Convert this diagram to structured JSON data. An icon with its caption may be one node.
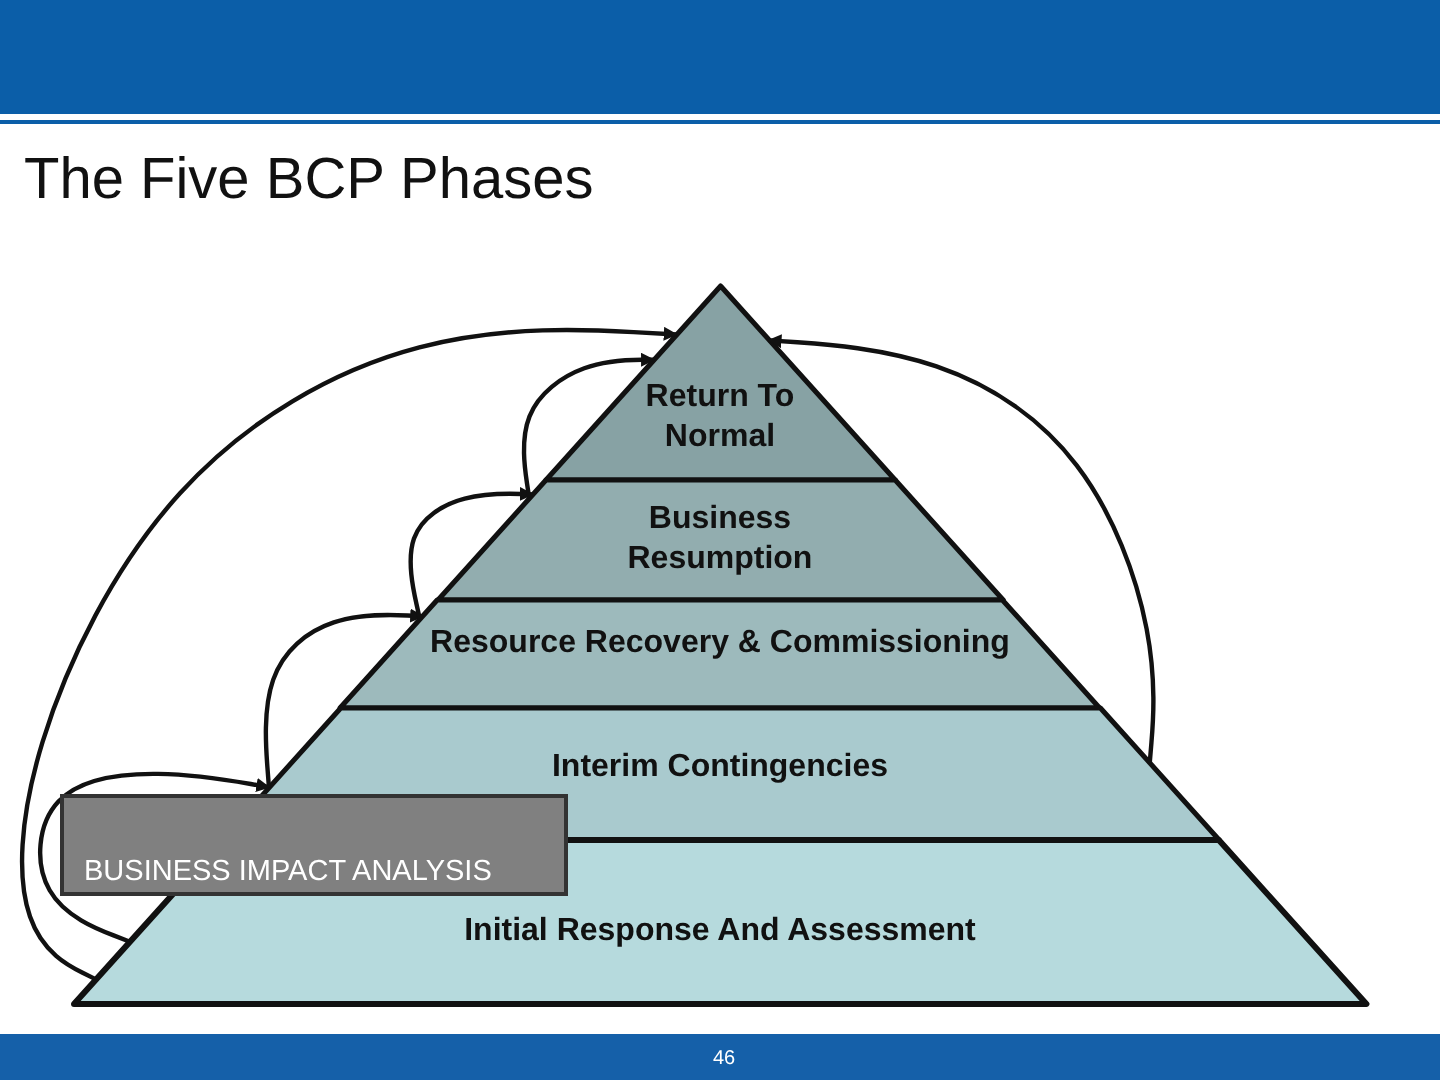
{
  "diagram": {
    "title": "The Five BCP Phases",
    "nodes": [
      {
        "text": [
          "Return To Normal"
        ]
      },
      {
        "text": [
          "Business Resumption"
        ]
      },
      {
        "text": [
          "Resource Recovery & Commissioning"
        ]
      },
      {
        "text": [
          "Interim Contingencies"
        ]
      },
      {
        "text": [
          "Initial Response And Assessment"
        ]
      },
      {
        "text": [
          "BUSINESS IMPACT ANALYSIS"
        ]
      }
    ],
    "edges": [
      {
        "from": 4,
        "to": 3,
        "arrow": "to"
      },
      {
        "from": 3,
        "to": 2,
        "arrow": "to"
      },
      {
        "from": 2,
        "to": 1,
        "arrow": "to"
      },
      {
        "from": 1,
        "to": 0,
        "arrow": "to"
      },
      {
        "from": 4,
        "to": 0,
        "arrow": "to"
      },
      {
        "from": 3,
        "to": 0,
        "arrow": "to"
      }
    ],
    "labels": [
      "46"
    ]
  }
}
